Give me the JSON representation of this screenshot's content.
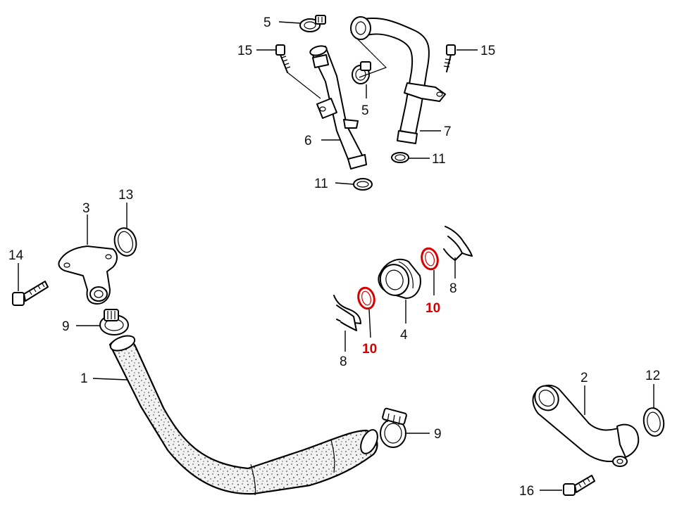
{
  "accent_color": "#d40000",
  "callouts": [
    {
      "id": "c5a",
      "text": "5"
    },
    {
      "id": "c15a",
      "text": "15"
    },
    {
      "id": "c15b",
      "text": "15"
    },
    {
      "id": "c5b",
      "text": "5"
    },
    {
      "id": "c7",
      "text": "7"
    },
    {
      "id": "c6",
      "text": "6"
    },
    {
      "id": "c11a",
      "text": "11"
    },
    {
      "id": "c11b",
      "text": "11"
    },
    {
      "id": "c3",
      "text": "3"
    },
    {
      "id": "c13",
      "text": "13"
    },
    {
      "id": "c14",
      "text": "14"
    },
    {
      "id": "c9a",
      "text": "9"
    },
    {
      "id": "c9b",
      "text": "9"
    },
    {
      "id": "c1",
      "text": "1"
    },
    {
      "id": "c8a",
      "text": "8"
    },
    {
      "id": "c8b",
      "text": "8"
    },
    {
      "id": "c10a",
      "text": "10"
    },
    {
      "id": "c10b",
      "text": "10"
    },
    {
      "id": "c4",
      "text": "4"
    },
    {
      "id": "c2",
      "text": "2"
    },
    {
      "id": "c12",
      "text": "12"
    },
    {
      "id": "c16",
      "text": "16"
    }
  ]
}
